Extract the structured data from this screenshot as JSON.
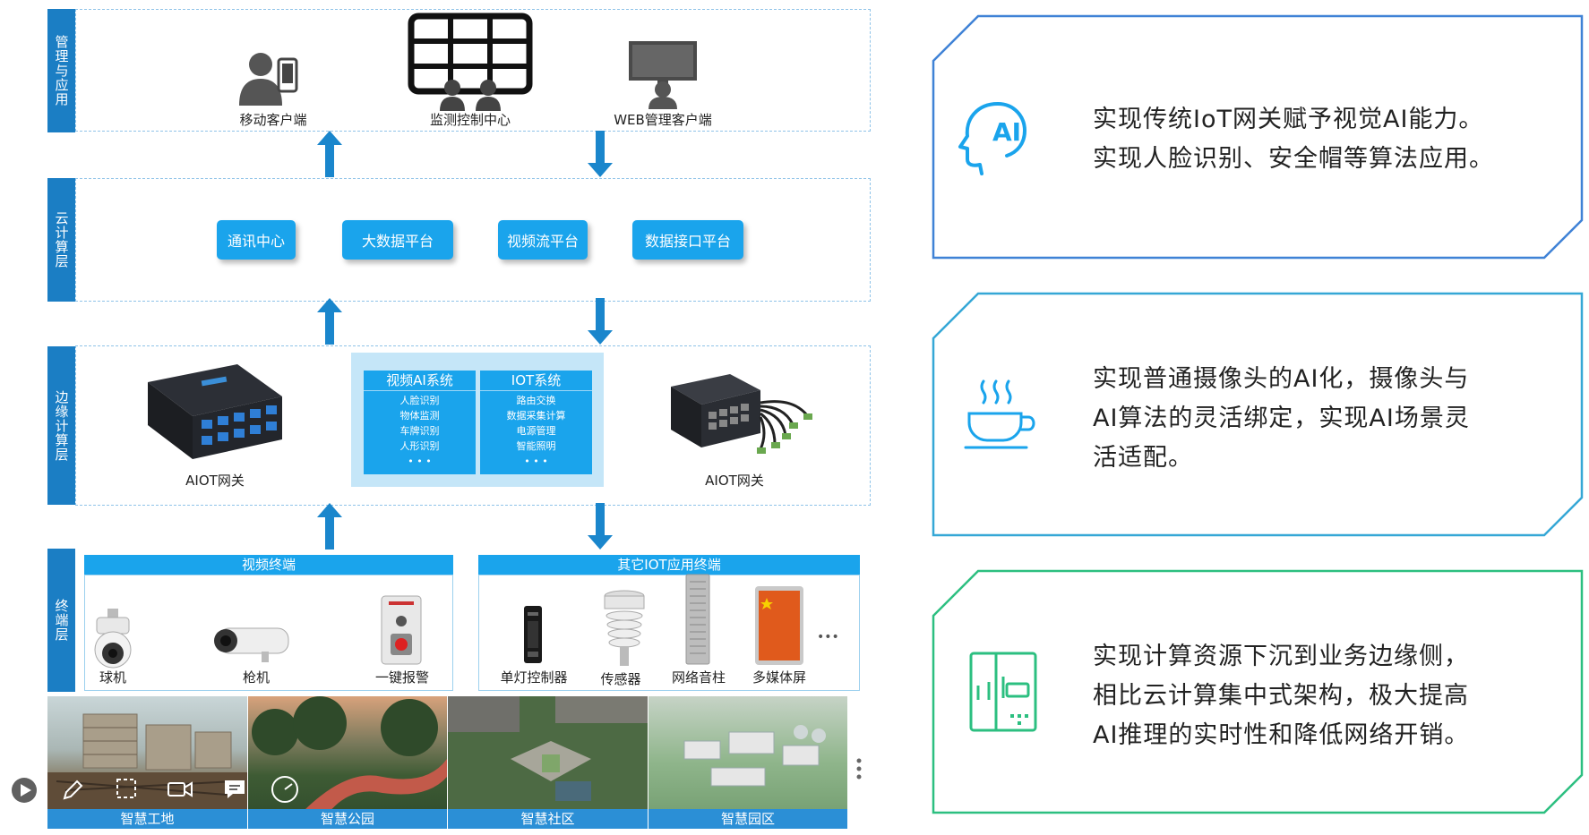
{
  "layers": {
    "app": "管理与应用",
    "cloud": "云计算层",
    "edge": "边缘计算层",
    "terminal": "终端层"
  },
  "app_items": {
    "mobile": "移动客户端",
    "monitor": "监测控制中心",
    "web": "WEB管理客户端"
  },
  "cloud_items": [
    "通讯中心",
    "大数据平台",
    "视频流平台",
    "数据接口平台"
  ],
  "edge": {
    "gateway_left": "AIOT网关",
    "gateway_right": "AIOT网关",
    "video_ai": {
      "title": "视频AI系统",
      "items": [
        "人脸识别",
        "物体监测",
        "车牌识别",
        "人形识别",
        "• • •"
      ]
    },
    "iot": {
      "title": "IOT系统",
      "items": [
        "路由交换",
        "数据采集计算",
        "电源管理",
        "智能照明",
        "• • •"
      ]
    }
  },
  "terminal": {
    "video_header": "视频终端",
    "iot_header": "其它IOT应用终端",
    "video_devices": [
      "球机",
      "枪机",
      "一键报警"
    ],
    "iot_devices": [
      "单灯控制器",
      "传感器",
      "网络音柱",
      "多媒体屏"
    ],
    "more": "•••"
  },
  "scenes": [
    "智慧工地",
    "智慧公园",
    "智慧社区",
    "智慧园区"
  ],
  "cards": [
    {
      "icon": "ai-head-icon",
      "lines": [
        "实现传统IoT网关赋予视觉AI能力。",
        "实现人脸识别、安全帽等算法应用。"
      ],
      "color": "#3f82d6"
    },
    {
      "icon": "coffee-cup-icon",
      "lines": [
        "实现普通摄像头的AI化，摄像头与",
        "AI算法的灵活绑定，实现AI场景灵",
        "活适配。"
      ],
      "color": "#35a7d6"
    },
    {
      "icon": "fridge-icon",
      "lines": [
        "实现计算资源下沉到业务边缘侧，",
        "相比云计算集中式架构，极大提高",
        "AI推理的实时性和降低网络开销。"
      ],
      "color": "#2cbf80"
    }
  ],
  "colors": {
    "primary": "#1aa4ec",
    "label": "#1b7ec4",
    "arrow": "#1a86cc"
  }
}
